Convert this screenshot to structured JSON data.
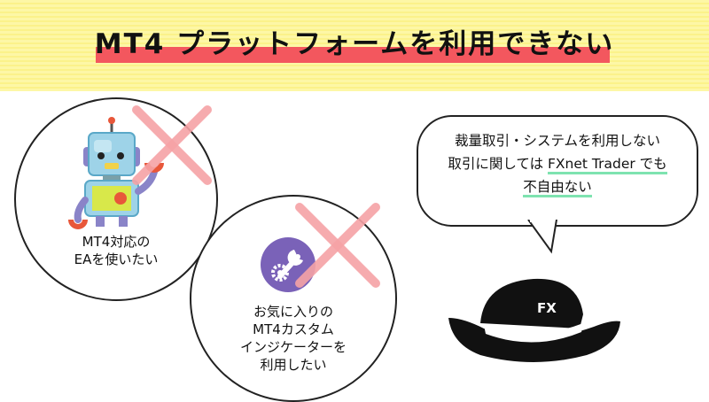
{
  "header": {
    "title": "MT4 プラットフォームを利用できない"
  },
  "left_item": {
    "label_line1": "MT4対応の",
    "label_line2": "EAを使いたい",
    "icon": "robot-icon"
  },
  "middle_item": {
    "label_line1": "お気に入りの",
    "label_line2": "MT4カスタム",
    "label_line3": "インジケーターを",
    "label_line4": "利用したい",
    "icon": "wrench-gear-icon"
  },
  "speech_bubble": {
    "line1": "裁量取引・システムを利用しない",
    "line2_prefix": "取引に関しては",
    "line2_highlight": "FXnet Trader でも",
    "line3_highlight": "不自由ない"
  },
  "hat": {
    "label": "FX",
    "icon": "hat-icon"
  },
  "colors": {
    "banner": "#fbf28a",
    "title_underline": "#f3575e",
    "cross": "#f6a3a6",
    "highlight": "#7ee3b0",
    "icon_circle": "#7a62b8"
  }
}
